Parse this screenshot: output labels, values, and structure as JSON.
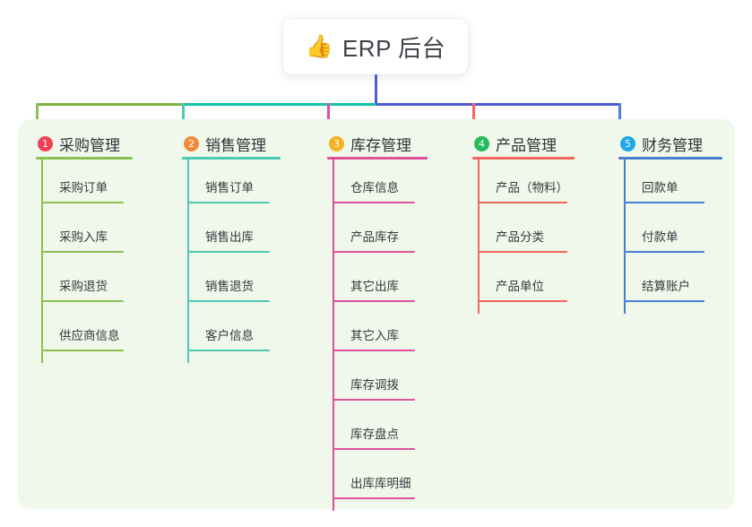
{
  "diagram": {
    "type": "mindmap",
    "root": {
      "icon": "thumbs-up-icon",
      "emoji": "👍",
      "title": "ERP 后台"
    },
    "trunk_color": "#4f5bd5",
    "bus_colors": {
      "left": "#7cb342",
      "mid": "#14c4a8",
      "right": "#4f5bd5"
    },
    "panel_color": "#eff8ea",
    "branches": [
      {
        "index": "1",
        "title": "采购管理",
        "badge_color": "#ef4056",
        "line_color": "#8cc152",
        "items": [
          "采购订单",
          "采购入库",
          "采购退货",
          "供应商信息"
        ]
      },
      {
        "index": "2",
        "title": "销售管理",
        "badge_color": "#f08a3c",
        "line_color": "#4ec9b4",
        "items": [
          "销售订单",
          "销售出库",
          "销售退货",
          "客户信息"
        ]
      },
      {
        "index": "3",
        "title": "库存管理",
        "badge_color": "#f4b223",
        "line_color": "#e0519b",
        "items": [
          "仓库信息",
          "产品库存",
          "其它出库",
          "其它入库",
          "库存调拨",
          "库存盘点",
          "出库库明细"
        ]
      },
      {
        "index": "4",
        "title": "产品管理",
        "badge_color": "#27b95b",
        "line_color": "#f4675f",
        "items": [
          "产品（物料）",
          "产品分类",
          "产品单位"
        ]
      },
      {
        "index": "5",
        "title": "财务管理",
        "badge_color": "#22a6e8",
        "line_color": "#4a7fd4",
        "items": [
          "回款单",
          "付款单",
          "结算账户"
        ]
      }
    ]
  }
}
